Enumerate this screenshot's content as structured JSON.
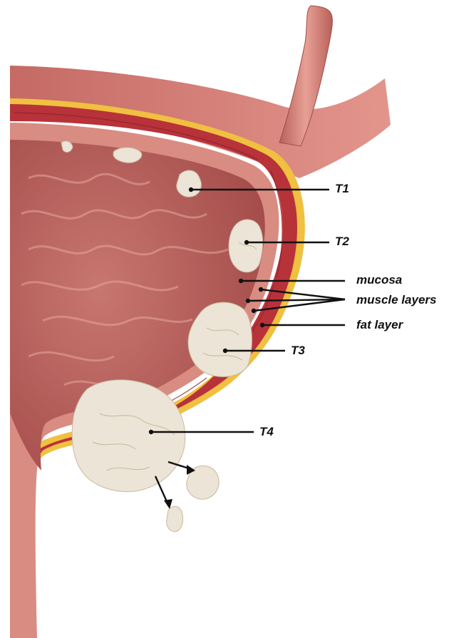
{
  "labels": {
    "t1": "T1",
    "t2": "T2",
    "mucosa": "mucosa",
    "muscle_layers": "muscle layers",
    "t3": "T3",
    "fat_layer": "fat layer",
    "t4": "T4"
  },
  "colors": {
    "wall_outer": "#d9847c",
    "muscle": "#b8323a",
    "fat": "#f0c040",
    "lumen": "#b9625e",
    "tumor": "#ece4d6",
    "ureter": "#d4847a",
    "leader": "#111111"
  }
}
